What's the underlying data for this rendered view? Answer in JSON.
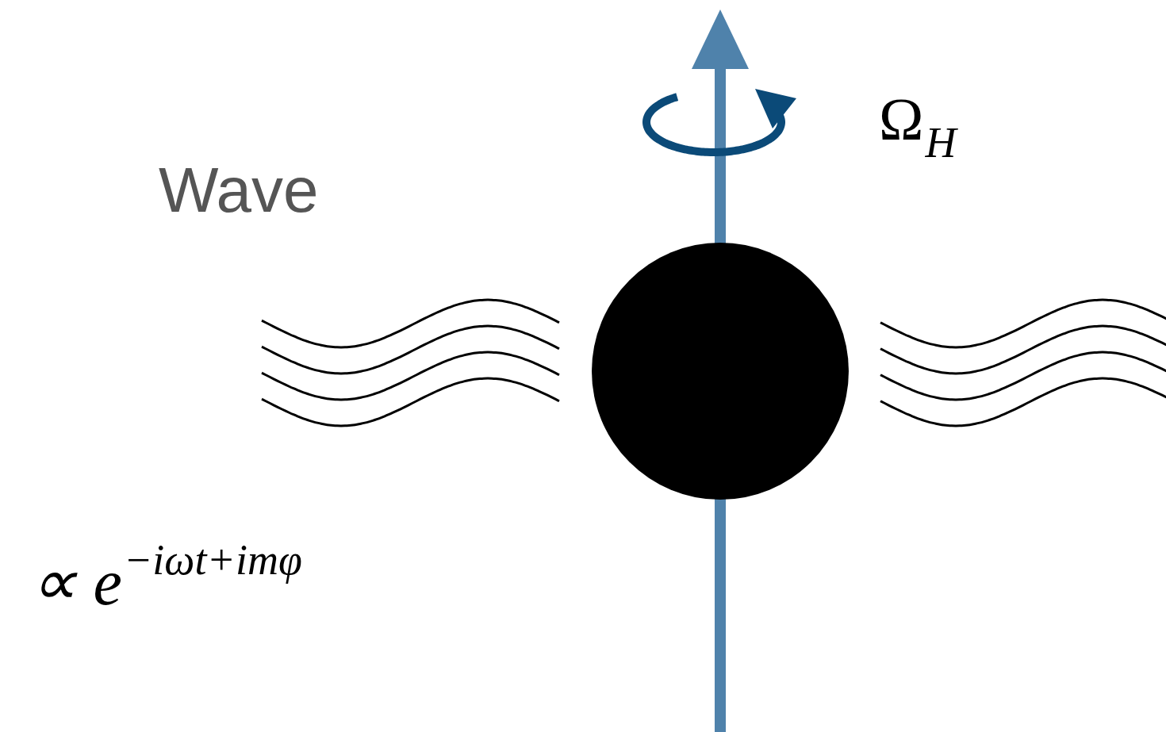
{
  "diagram": {
    "labels": [
      "Wave",
      "Ω",
      "H",
      "∝ e",
      "−iωt+imφ"
    ]
  }
}
